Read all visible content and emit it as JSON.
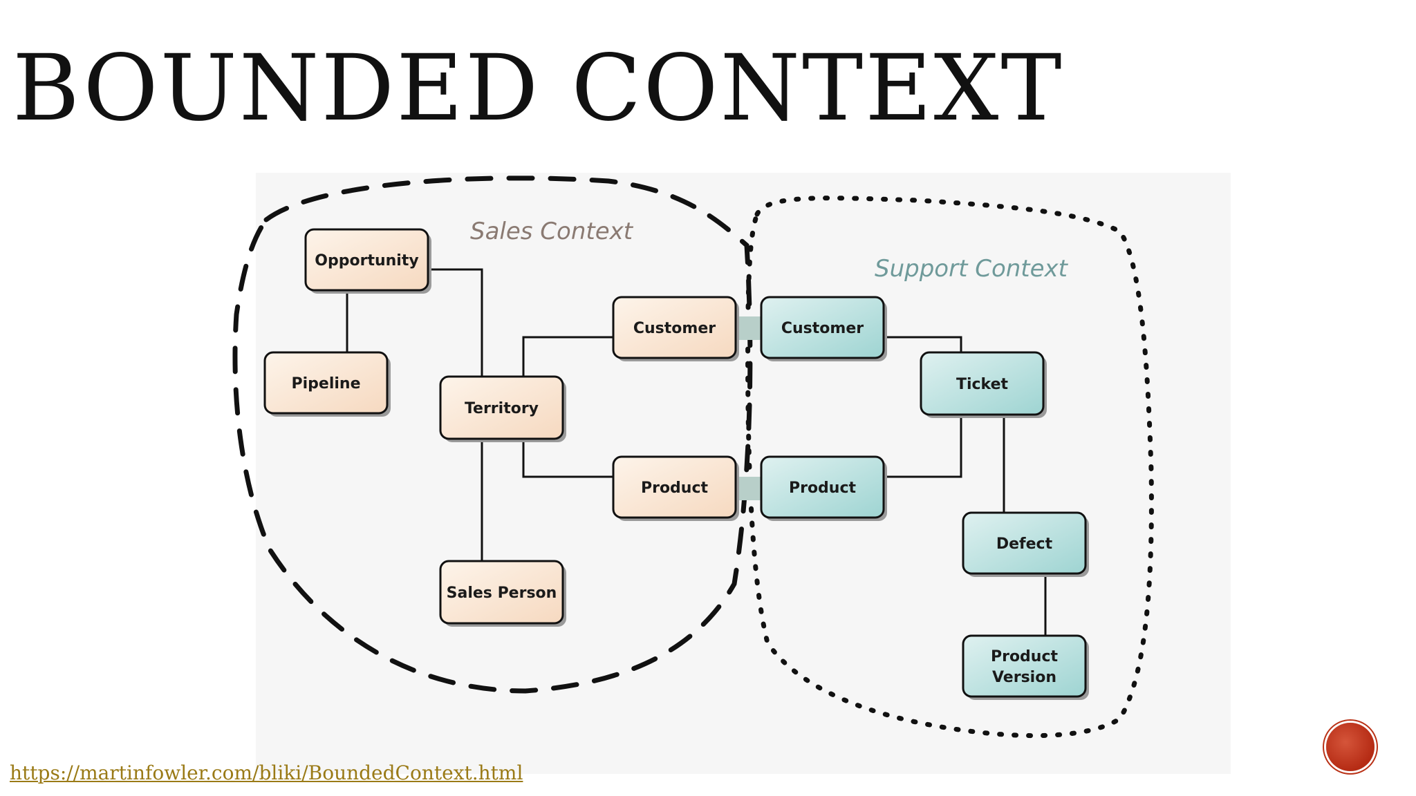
{
  "slide": {
    "title": "BOUNDED CONTEXT",
    "source_link": "https://martinfowler.com/bliki/BoundedContext.html"
  },
  "contexts": {
    "sales": {
      "label": "Sales Context",
      "color": "#8a7a72"
    },
    "support": {
      "label": "Support Context",
      "color": "#6f9a9a"
    }
  },
  "colors": {
    "sales_fill_top": "#fdf4ea",
    "sales_fill_bottom": "#f6d9c0",
    "support_fill_top": "#dff1f0",
    "support_fill_bottom": "#9ed4d2",
    "link": "#9a7a16",
    "bridge": "#b8cfc9"
  },
  "nodes": {
    "opportunity": [
      "Opportunity"
    ],
    "pipeline": [
      "Pipeline"
    ],
    "territory": [
      "Territory"
    ],
    "sales_person": [
      "Sales Person"
    ],
    "sales_customer": [
      "Customer"
    ],
    "sales_product": [
      "Product"
    ],
    "support_customer": [
      "Customer"
    ],
    "support_product": [
      "Product"
    ],
    "ticket": [
      "Ticket"
    ],
    "defect": [
      "Defect"
    ],
    "product_version": [
      "Product",
      "Version"
    ]
  }
}
